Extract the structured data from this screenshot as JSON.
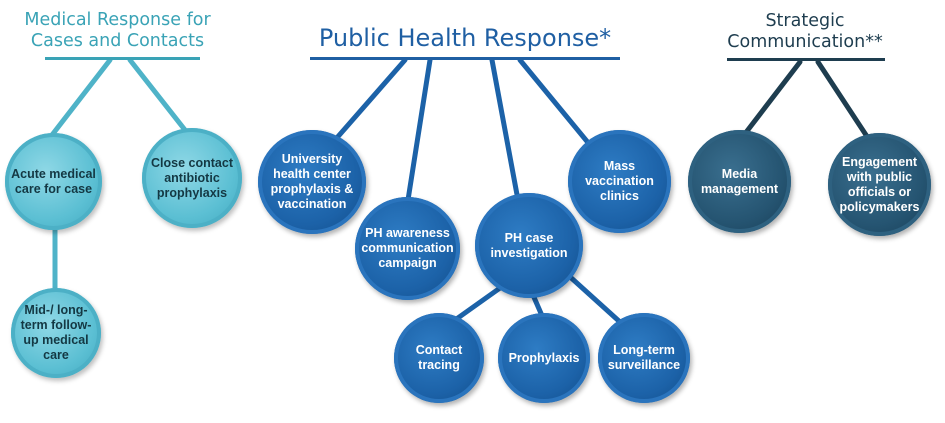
{
  "colors": {
    "light_teal": "#5bbfd3",
    "medium_blue": "#1c62a8",
    "dark_slate": "#255471",
    "heading_teal": "#3aa3b6",
    "heading_blue": "#1f5fa3",
    "heading_dark": "#1e3d4f"
  },
  "sections": {
    "medical": {
      "title_line1": "Medical Response for",
      "title_line2": "Cases and Contacts",
      "nodes": {
        "acute": "Acute medical care for case",
        "close_contact": "Close contact antibiotic prophylaxis",
        "midterm": "Mid-/ long-term follow-up medical care"
      }
    },
    "public_health": {
      "title": "Public Health Response*",
      "nodes": {
        "university": "University health center prophylaxis & vaccination",
        "awareness": "PH awareness communication campaign",
        "case_investigation": "PH case investigation",
        "mass_vaccination": "Mass vaccination clinics",
        "contact_tracing": "Contact tracing",
        "prophylaxis": "Prophylaxis",
        "surveillance": "Long-term surveillance"
      }
    },
    "strategic": {
      "title_line1": "Strategic",
      "title_line2": "Communication**",
      "nodes": {
        "media": "Media management",
        "engagement": "Engagement with public officials or policymakers"
      }
    }
  }
}
